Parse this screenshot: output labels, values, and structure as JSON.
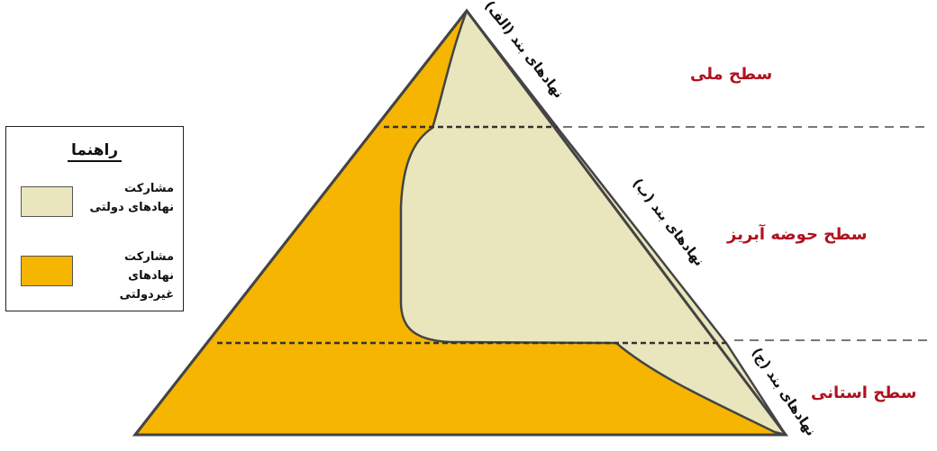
{
  "legend": {
    "title": "راهنما",
    "items": [
      {
        "label": "مشارکت نهادهای دولتی",
        "color": "#e9e6bd"
      },
      {
        "label": "مشارکت نهادهای غیردولتی",
        "color": "#f5b500"
      }
    ]
  },
  "levels": {
    "national": "سطح ملی",
    "basin": "سطح حوضه آبریز",
    "provincial": "سطح استانی"
  },
  "edge_labels": {
    "a": "نهادهای بند (الف)",
    "b": "نهادهای بند (ب)",
    "c": "نهادهای بند (ج)"
  },
  "colors": {
    "government": "#e9e6bd",
    "non_government": "#f5b500",
    "outline": "#444444",
    "level_text": "#b01020"
  }
}
